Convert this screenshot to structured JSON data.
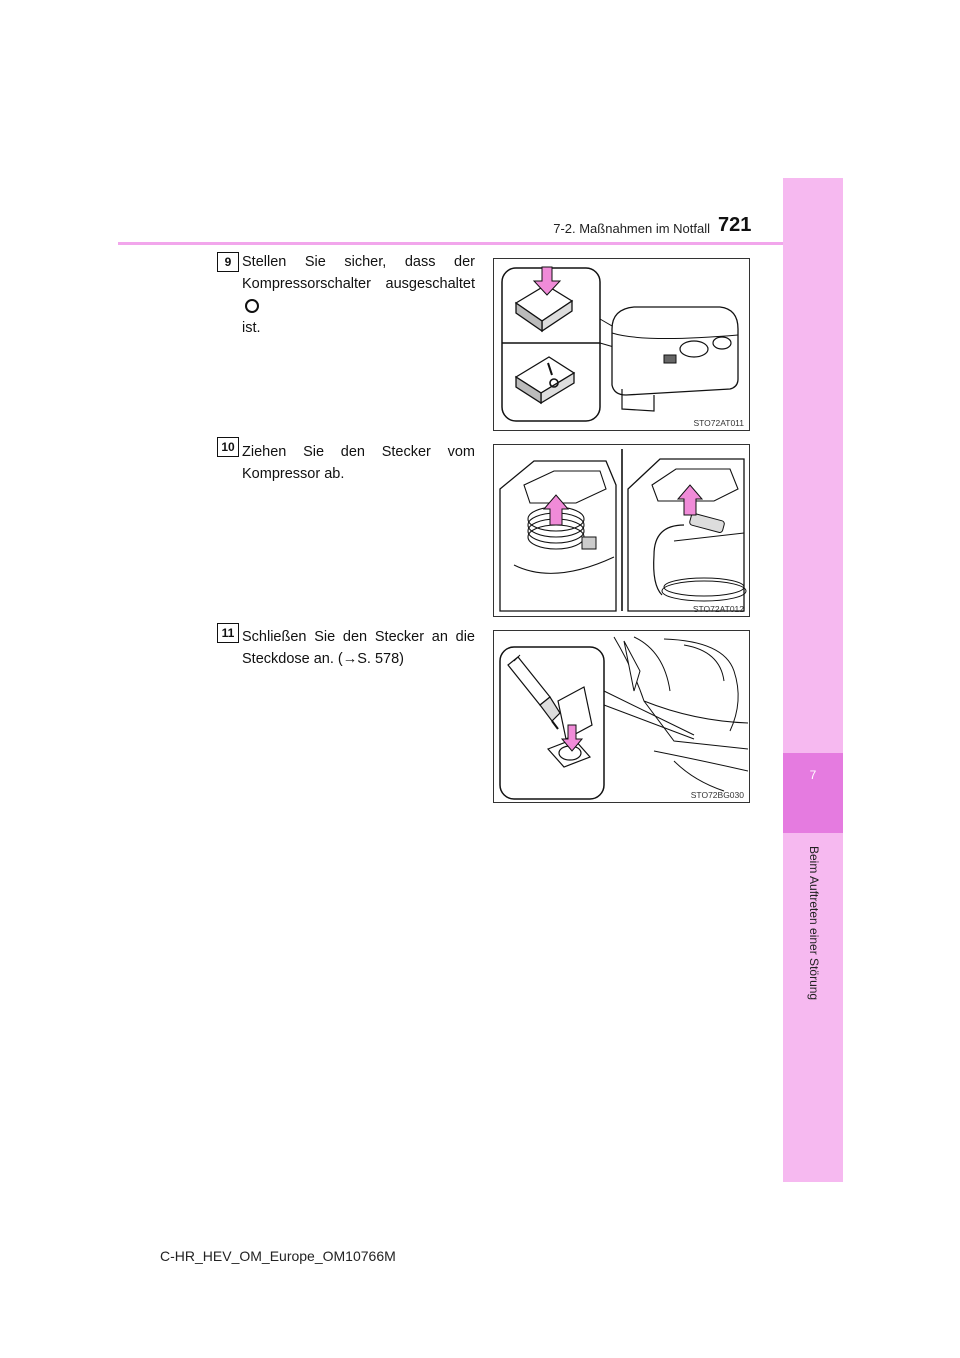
{
  "header": {
    "section": "7-2. Maßnahmen im Notfall",
    "page_number": "721"
  },
  "sidebar": {
    "chapter_number": "7",
    "chapter_title": "Beim Auftreten einer Störung"
  },
  "steps": [
    {
      "number": "9",
      "text": "Stellen Sie sicher, dass der Kompressorschalter ausgeschaltet",
      "text_end": "ist.",
      "icon": "off-position-circle-icon"
    },
    {
      "number": "10",
      "text": "Ziehen Sie den Stecker vom Kompressor ab."
    },
    {
      "number": "11",
      "text": "Schließen Sie den Stecker an die Steckdose an. (→S. 578)"
    }
  ],
  "figures": [
    {
      "code": "STO72AT011"
    },
    {
      "code": "STO72AT012"
    },
    {
      "code": "STO72BG030"
    }
  ],
  "footer": {
    "doc_id": "C-HR_HEV_OM_Europe_OM10766M"
  },
  "colors": {
    "sidebar": "#f6b9f0",
    "sidebar_active": "#e57be0",
    "header_line": "#f2a6ec",
    "arrow": "#f08bd8"
  }
}
